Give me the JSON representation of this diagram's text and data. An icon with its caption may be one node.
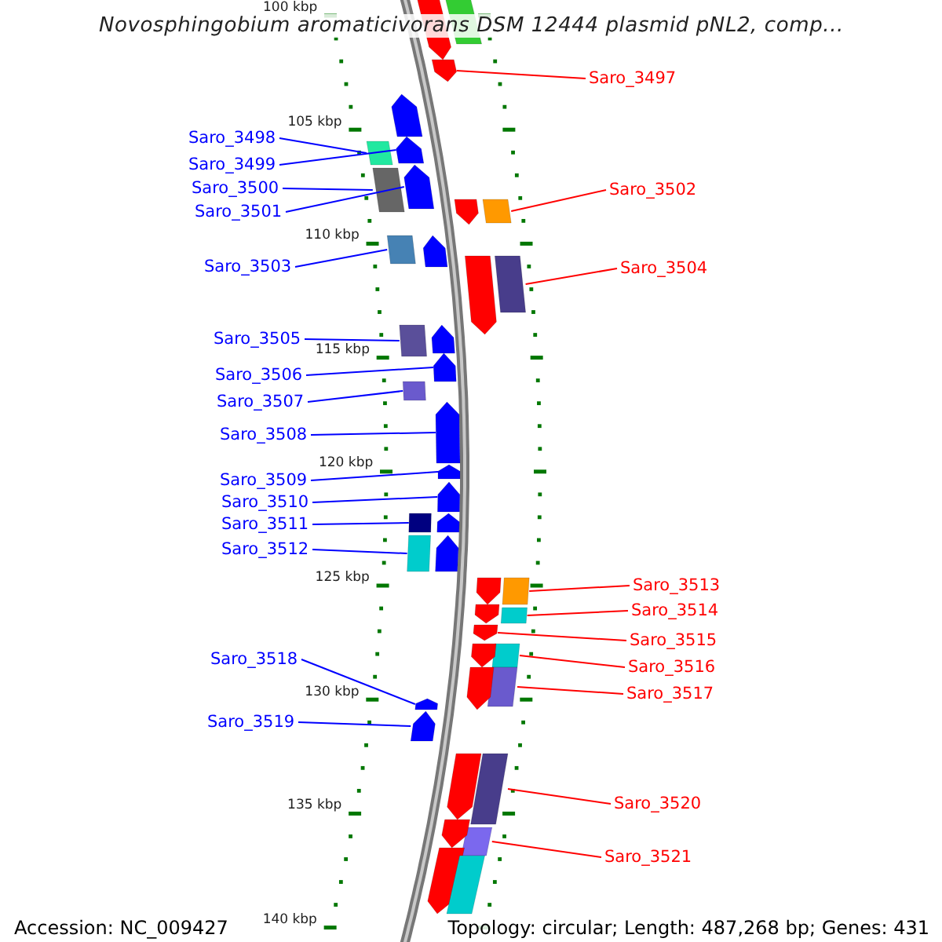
{
  "diagram": {
    "title": "Novosphingobium aromaticivorans DSM 12444 plasmid pNL2, comp...",
    "nodes": [
      {
        "text": [
          "Saro_3497"
        ]
      },
      {
        "text": [],
        "shape": "arrow"
      },
      {
        "text": [
          "Saro_3498"
        ]
      },
      {
        "text": [],
        "shape": "box"
      },
      {
        "text": [
          "Saro_3499"
        ]
      },
      {
        "text": [],
        "shape": "arrow"
      },
      {
        "text": [
          "Saro_3500"
        ]
      },
      {
        "text": [],
        "shape": "box"
      },
      {
        "text": [
          "Saro_3501"
        ]
      },
      {
        "text": [],
        "shape": "arrow"
      },
      {
        "text": [
          "Saro_3502"
        ]
      },
      {
        "text": [],
        "shape": "box"
      },
      {
        "text": [
          "Saro_3503"
        ]
      },
      {
        "text": [],
        "shape": "box"
      },
      {
        "text": [
          "Saro_3504"
        ]
      },
      {
        "text": [],
        "shape": "box"
      },
      {
        "text": [
          "Saro_3505"
        ]
      },
      {
        "text": [],
        "shape": "box"
      },
      {
        "text": [
          "Saro_3506"
        ]
      },
      {
        "text": [],
        "shape": "arrow"
      },
      {
        "text": [
          "Saro_3507"
        ]
      },
      {
        "text": [],
        "shape": "box"
      },
      {
        "text": [
          "Saro_3508"
        ]
      },
      {
        "text": [],
        "shape": "arrow"
      },
      {
        "text": [
          "Saro_3509"
        ]
      },
      {
        "text": [],
        "shape": "arrow"
      },
      {
        "text": [
          "Saro_3510"
        ]
      },
      {
        "text": [],
        "shape": "arrow"
      },
      {
        "text": [
          "Saro_3511"
        ]
      },
      {
        "text": [],
        "shape": "box"
      },
      {
        "text": [
          "Saro_3512"
        ]
      },
      {
        "text": [],
        "shape": "box"
      },
      {
        "text": [
          "Saro_3513"
        ]
      },
      {
        "text": [],
        "shape": "box"
      },
      {
        "text": [
          "Saro_3514"
        ]
      },
      {
        "text": [],
        "shape": "box"
      },
      {
        "text": [
          "Saro_3515"
        ]
      },
      {
        "text": [],
        "shape": "arrow"
      },
      {
        "text": [
          "Saro_3516"
        ]
      },
      {
        "text": [],
        "shape": "box"
      },
      {
        "text": [
          "Saro_3517"
        ]
      },
      {
        "text": [],
        "shape": "box"
      },
      {
        "text": [
          "Saro_3518"
        ]
      },
      {
        "text": [],
        "shape": "arrow"
      },
      {
        "text": [
          "Saro_3519"
        ]
      },
      {
        "text": [],
        "shape": "arrow"
      },
      {
        "text": [
          "Saro_3520"
        ]
      },
      {
        "text": [],
        "shape": "box"
      },
      {
        "text": [
          "Saro_3521"
        ]
      },
      {
        "text": [],
        "shape": "box"
      },
      {
        "text": [],
        "shape": "arrow"
      },
      {
        "text": [],
        "shape": "box"
      },
      {
        "text": [],
        "shape": "arrow"
      },
      {
        "text": [],
        "shape": "arrow"
      },
      {
        "text": [],
        "shape": "arrow"
      },
      {
        "text": [],
        "shape": "arrow"
      },
      {
        "text": [],
        "shape": "arrow"
      },
      {
        "text": [],
        "shape": "arrow"
      },
      {
        "text": [],
        "shape": "arrow"
      },
      {
        "text": [],
        "shape": "arrow"
      },
      {
        "text": [],
        "shape": "arrow"
      },
      {
        "text": [],
        "shape": "arrow"
      },
      {
        "text": [],
        "shape": "arrow"
      },
      {
        "text": [],
        "shape": "arrow"
      },
      {
        "text": [],
        "shape": "arrow"
      },
      {
        "text": [],
        "shape": "arrow"
      },
      {
        "text": [],
        "shape": "box"
      }
    ],
    "edges": [
      {
        "from": 0,
        "to": 1,
        "arrow": "none",
        "color": "#ff0000"
      },
      {
        "from": 2,
        "to": 3,
        "arrow": "none",
        "color": "#0000ff"
      },
      {
        "from": 4,
        "to": 5,
        "arrow": "none",
        "color": "#0000ff"
      },
      {
        "from": 6,
        "to": 7,
        "arrow": "none",
        "color": "#0000ff"
      },
      {
        "from": 8,
        "to": 9,
        "arrow": "none",
        "color": "#0000ff"
      },
      {
        "from": 10,
        "to": 11,
        "arrow": "none",
        "color": "#ff0000"
      },
      {
        "from": 12,
        "to": 13,
        "arrow": "none",
        "color": "#0000ff"
      },
      {
        "from": 14,
        "to": 15,
        "arrow": "none",
        "color": "#ff0000"
      },
      {
        "from": 16,
        "to": 17,
        "arrow": "none",
        "color": "#0000ff"
      },
      {
        "from": 18,
        "to": 19,
        "arrow": "none",
        "color": "#0000ff"
      },
      {
        "from": 20,
        "to": 21,
        "arrow": "none",
        "color": "#0000ff"
      },
      {
        "from": 22,
        "to": 23,
        "arrow": "none",
        "color": "#0000ff"
      },
      {
        "from": 24,
        "to": 25,
        "arrow": "none",
        "color": "#0000ff"
      },
      {
        "from": 26,
        "to": 27,
        "arrow": "none",
        "color": "#0000ff"
      },
      {
        "from": 28,
        "to": 29,
        "arrow": "none",
        "color": "#0000ff"
      },
      {
        "from": 30,
        "to": 31,
        "arrow": "none",
        "color": "#0000ff"
      },
      {
        "from": 32,
        "to": 33,
        "arrow": "none",
        "color": "#ff0000"
      },
      {
        "from": 34,
        "to": 35,
        "arrow": "none",
        "color": "#ff0000"
      },
      {
        "from": 36,
        "to": 37,
        "arrow": "none",
        "color": "#ff0000"
      },
      {
        "from": 38,
        "to": 39,
        "arrow": "none",
        "color": "#ff0000"
      },
      {
        "from": 40,
        "to": 41,
        "arrow": "none",
        "color": "#ff0000"
      },
      {
        "from": 42,
        "to": 43,
        "arrow": "none",
        "color": "#0000ff"
      },
      {
        "from": 44,
        "to": 45,
        "arrow": "none",
        "color": "#0000ff"
      },
      {
        "from": 46,
        "to": 47,
        "arrow": "none",
        "color": "#ff0000"
      },
      {
        "from": 48,
        "to": 49,
        "arrow": "none",
        "color": "#ff0000"
      }
    ],
    "labels": [
      "100 kbp",
      "105 kbp",
      "110 kbp",
      "115 kbp",
      "120 kbp",
      "125 kbp",
      "130 kbp",
      "135 kbp",
      "140 kbp",
      "Accession: NC_009427",
      "Topology: circular; Length: 487,268 bp; Genes: 431"
    ]
  }
}
